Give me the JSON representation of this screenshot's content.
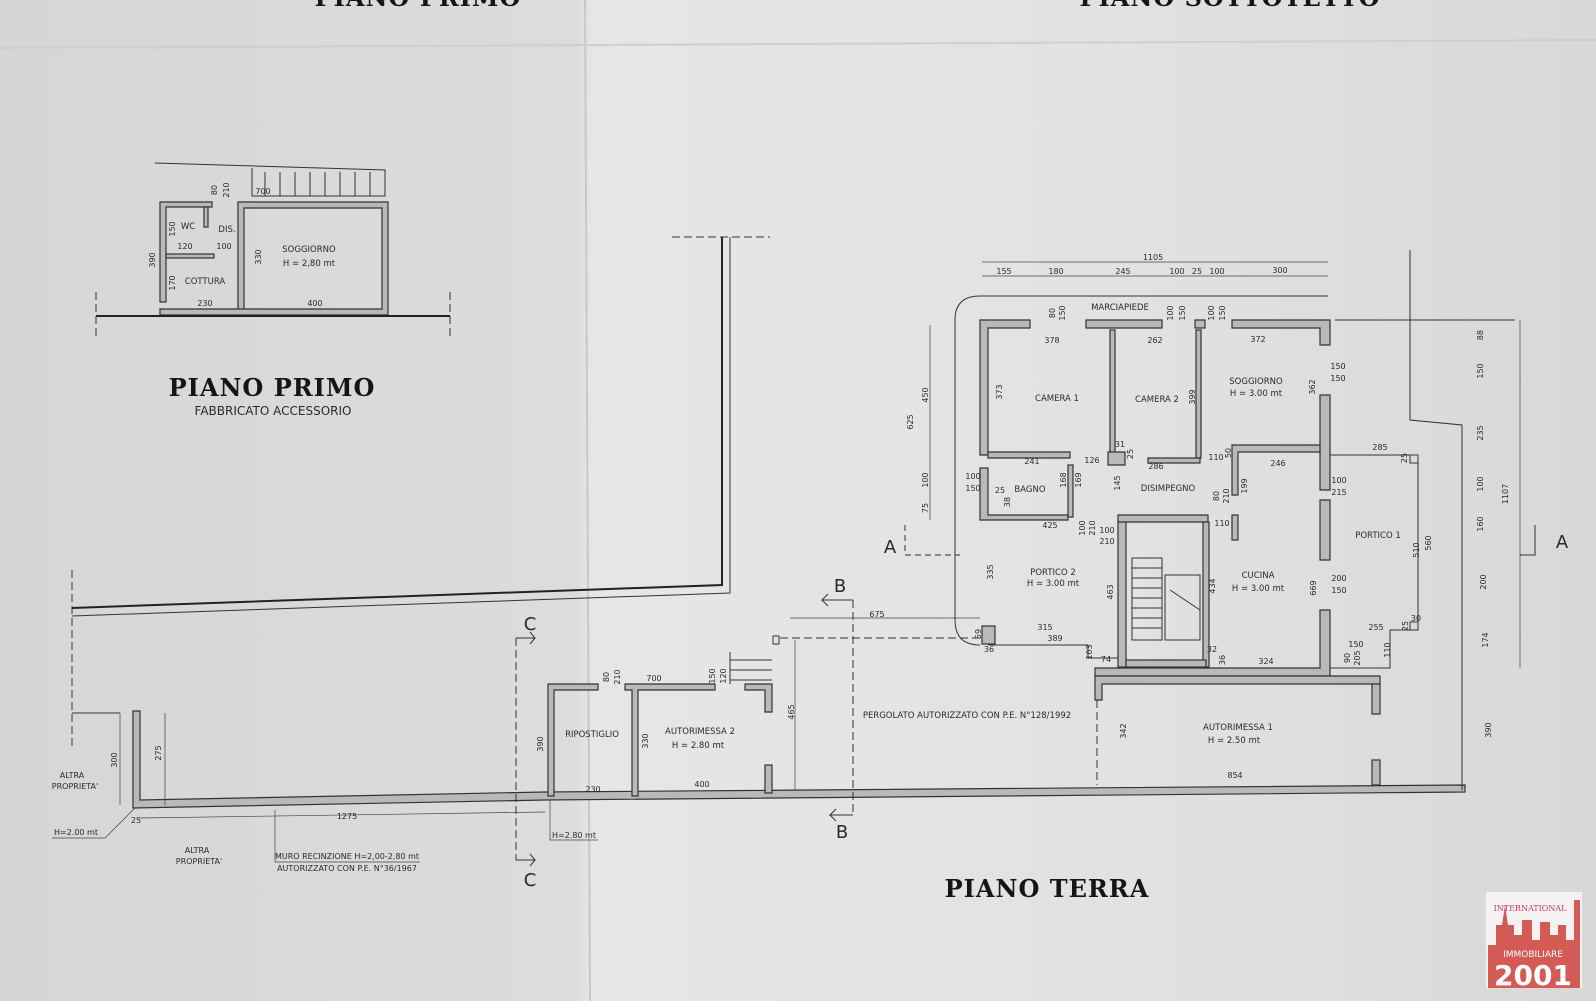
{
  "titles": {
    "top_left": "PIANO PRIMO",
    "top_right": "PIANO SOTTOTETTO",
    "primo": "PIANO PRIMO",
    "primo_sub": "FABBRICATO ACCESSORIO",
    "terra": "PIANO TERRA"
  },
  "primo": {
    "rooms": [
      "WC",
      "DIS.",
      "SOGGIORNO",
      "H = 2,80 mt",
      "COTTURA"
    ],
    "dims": [
      "80",
      "210",
      "700",
      "150",
      "120",
      "100",
      "390",
      "330",
      "170",
      "230",
      "400"
    ]
  },
  "terra": {
    "rooms": {
      "marciapiede": "MARCIAPIEDE",
      "camera1": "CAMERA 1",
      "camera2": "CAMERA 2",
      "soggiorno": "SOGGIORNO",
      "soggiorno_h": "H = 3.00 mt",
      "bagno": "BAGNO",
      "disimpegno": "DISIMPEGNO",
      "portico1": "PORTICO 1",
      "portico2": "PORTICO 2",
      "portico2_h": "H = 3.00 mt",
      "cucina": "CUCINA",
      "cucina_h": "H = 3.00 mt",
      "pergolato": "PERGOLATO AUTORIZZATO CON P.E. N°128/1992",
      "autorimessa1": "AUTORIMESSA 1",
      "autorimessa1_h": "H = 2.50 mt",
      "autorimessa2": "AUTORIMESSA 2",
      "autorimessa2_h": "H = 2.80 mt",
      "ripostiglio": "RIPOSTIGLIO"
    },
    "top_dims": [
      "1105",
      "155",
      "180",
      "245",
      "100",
      "25",
      "100",
      "300"
    ],
    "dims": [
      "80",
      "150",
      "100",
      "150",
      "100",
      "150",
      "378",
      "262",
      "372",
      "373",
      "399",
      "362",
      "150",
      "150",
      "88",
      "150",
      "235",
      "100",
      "160",
      "1107",
      "200",
      "174",
      "390",
      "625",
      "450",
      "100",
      "75",
      "31",
      "25",
      "241",
      "126",
      "286",
      "110",
      "50",
      "246",
      "285",
      "25",
      "100",
      "150",
      "25",
      "38",
      "168",
      "169",
      "145",
      "80",
      "210",
      "199",
      "100",
      "215",
      "425",
      "100",
      "210",
      "100",
      "210",
      "110",
      "510",
      "560",
      "335",
      "463",
      "434",
      "669",
      "200",
      "150",
      "30",
      "25",
      "255",
      "315",
      "389",
      "59",
      "36",
      "103",
      "74",
      "32",
      "36",
      "324",
      "150",
      "90",
      "205",
      "110",
      "675",
      "465",
      "342",
      "854"
    ],
    "garage_dims": [
      "80",
      "210",
      "700",
      "150",
      "120",
      "330",
      "390",
      "230",
      "400"
    ],
    "left_dims": [
      "300",
      "275",
      "25",
      "1275"
    ],
    "notes": {
      "altra1": "ALTRA",
      "altra1b": "PROPRIETA'",
      "altra2": "ALTRA",
      "altra2b": "PROPRIETA'",
      "h200": "H=2.00 mt",
      "h280": "H=2.80 mt",
      "muro1": "MURO RECINZIONE H=2,00-2,80 mt",
      "muro2": "AUTORIZZATO CON P.E. N°36/1967"
    },
    "sections": [
      "C",
      "C",
      "B",
      "B",
      "A",
      "A"
    ]
  },
  "logo": {
    "line1": "INTERNATIONAL",
    "line2": "IMMOBILIARE",
    "line3": "2001",
    "color": "#d9534f"
  }
}
